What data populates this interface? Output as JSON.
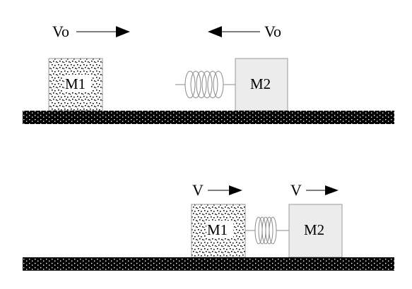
{
  "top": {
    "m1_label": "M1",
    "m2_label": "M2",
    "left_velocity_label": "Vo",
    "right_velocity_label": "Vo"
  },
  "bottom": {
    "m1_label": "M1",
    "m2_label": "M2",
    "m1_velocity_label": "V",
    "m2_velocity_label": "V"
  },
  "colors": {
    "ground": "#000000",
    "m2_fill": "#ececec",
    "outline": "#9a9a9a"
  }
}
